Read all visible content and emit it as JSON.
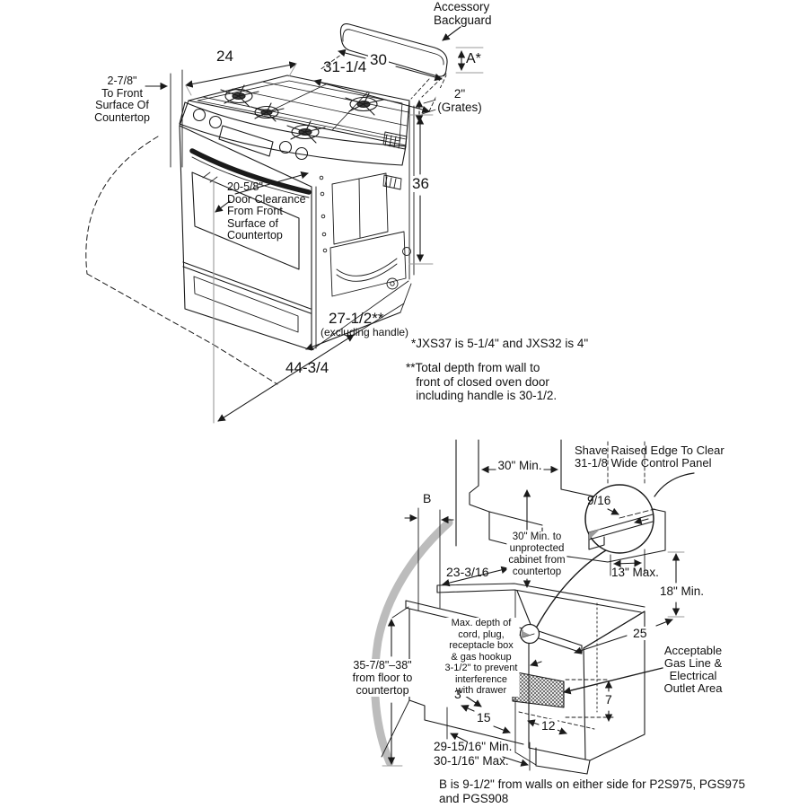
{
  "top": {
    "accessory_backguard": "Accessory\nBackguard",
    "dim_24": "24",
    "dim_31_1_4": "31-1/4",
    "dim_30": "30",
    "dim_a": "A*",
    "countertop_note": "2-7/8\"\nTo Front\nSurface Of\nCountertop",
    "grates_note": "2\"\n(Grates)",
    "dim_36": "36",
    "door_clearance_note": "20-5/8\"\nDoor Clearance\nFrom Front\nSurface of\nCountertop",
    "dim_27_1_2": "27-1/2**",
    "excluding_handle": "(excluding handle)",
    "dim_44_3_4": "44-3/4",
    "footnote_models": "*JXS37 is 5-1/4\" and JXS32 is 4\"",
    "footnote_total_depth": "**Total depth from wall to\n   front of closed oven door\n   including handle is 30-1/2."
  },
  "bottom": {
    "dim_30_min": "30\" Min.",
    "shave_note": "Shave Raised Edge To Clear\n31-1/8 Wide Control Panel",
    "dim_9_16": "9/16",
    "dim_b": "B",
    "cabinet_clearance_note": "30\" Min. to\nunprotected\ncabinet from\ncountertop",
    "dim_23_3_16": "23-3/16",
    "dim_13_max": "13\" Max.",
    "dim_18_min": "18\" Min.",
    "dim_25": "25",
    "cord_depth_note": "Max. depth of\ncord, plug,\nreceptacle box\n& gas hookup\n3-1/2\" to prevent\ninterference\nwith drawer",
    "outlet_area_label": "Acceptable\nGas Line &\nElectrical\nOutlet Area",
    "floor_note": "35-7/8\"–38\"\nfrom floor to\ncountertop",
    "dim_3": "3",
    "dim_15": "15",
    "dim_12": "12",
    "dim_7": "7",
    "opening_note": "29-15/16\" Min.\n30-1/16\" Max.",
    "footer_note": "B is 9-1/2\" from walls on either side for P2S975, PGS975\nand PGS908"
  }
}
